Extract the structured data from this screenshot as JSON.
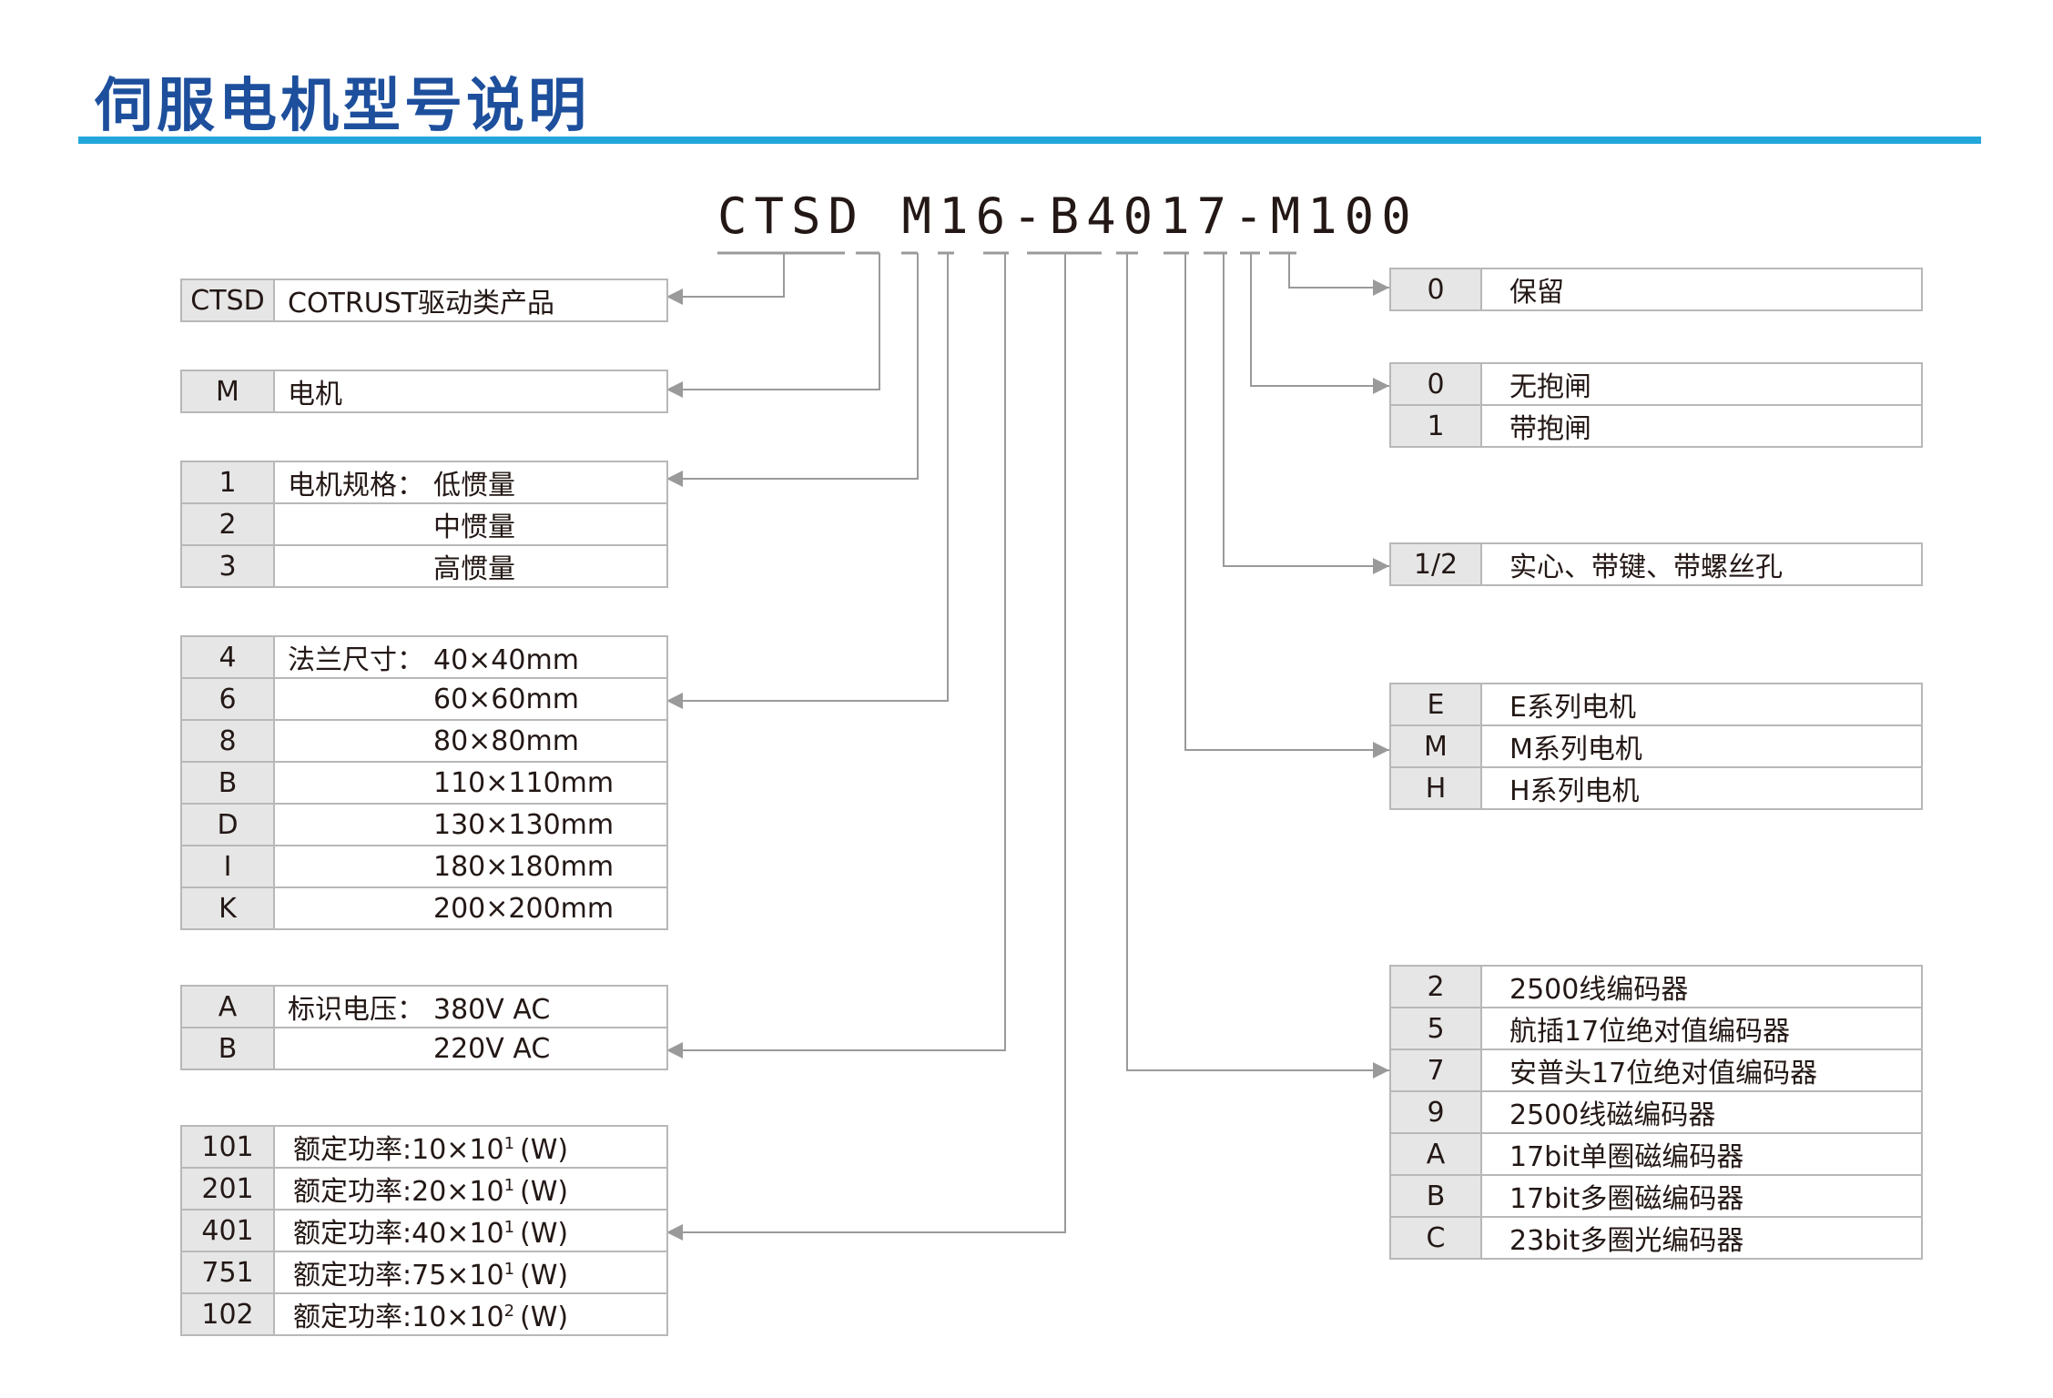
{
  "title": "伺服电机型号说明",
  "model": {
    "code": "CTSD M16-B4017-M100"
  },
  "left_groups": [
    {
      "name": "series",
      "label": "",
      "rows": [
        {
          "code": "CTSD",
          "value": "COTRUST驱动类产品"
        }
      ]
    },
    {
      "name": "type",
      "label": "",
      "rows": [
        {
          "code": "M",
          "value": "电机"
        }
      ]
    },
    {
      "name": "spec",
      "label": "电机规格：",
      "rows": [
        {
          "code": "1",
          "value": "低惯量"
        },
        {
          "code": "2",
          "value": "中惯量"
        },
        {
          "code": "3",
          "value": "高惯量"
        }
      ]
    },
    {
      "name": "flange",
      "label": "法兰尺寸：",
      "rows": [
        {
          "code": "4",
          "value": "40×40mm"
        },
        {
          "code": "6",
          "value": "60×60mm"
        },
        {
          "code": "8",
          "value": "80×80mm"
        },
        {
          "code": "B",
          "value": "110×110mm"
        },
        {
          "code": "D",
          "value": "130×130mm"
        },
        {
          "code": "I",
          "value": "180×180mm"
        },
        {
          "code": "K",
          "value": "200×200mm"
        }
      ]
    },
    {
      "name": "voltage",
      "label": "标识电压：",
      "rows": [
        {
          "code": "A",
          "value": "380V AC"
        },
        {
          "code": "B",
          "value": "220V AC"
        }
      ]
    }
  ],
  "power": {
    "label": "额定功率:",
    "unit": "(W)",
    "rows": [
      {
        "code": "101",
        "base": "10×10",
        "exp": "1"
      },
      {
        "code": "201",
        "base": "20×10",
        "exp": "1"
      },
      {
        "code": "401",
        "base": "40×10",
        "exp": "1"
      },
      {
        "code": "751",
        "base": "75×10",
        "exp": "1"
      },
      {
        "code": "102",
        "base": "10×10",
        "exp": "2"
      }
    ]
  },
  "right_groups": [
    {
      "name": "reserved",
      "rows": [
        {
          "code": "0",
          "value": "保留"
        }
      ]
    },
    {
      "name": "brake",
      "rows": [
        {
          "code": "0",
          "value": "无抱闸"
        },
        {
          "code": "1",
          "value": "带抱闸"
        }
      ]
    },
    {
      "name": "shaft",
      "rows": [
        {
          "code": "1/2",
          "value": "实心、带键、带螺丝孔"
        }
      ]
    },
    {
      "name": "motor-series",
      "rows": [
        {
          "code": "E",
          "value": "E系列电机"
        },
        {
          "code": "M",
          "value": "M系列电机"
        },
        {
          "code": "H",
          "value": "H系列电机"
        }
      ]
    },
    {
      "name": "encoder",
      "rows": [
        {
          "code": "2",
          "value": "2500线编码器"
        },
        {
          "code": "5",
          "value": "航插17位绝对值编码器"
        },
        {
          "code": "7",
          "value": "安普头17位绝对值编码器"
        },
        {
          "code": "9",
          "value": "2500线磁编码器"
        },
        {
          "code": "A",
          "value": "17bit单圈磁编码器"
        },
        {
          "code": "B",
          "value": "17bit多圈磁编码器"
        },
        {
          "code": "C",
          "value": "23bit多圈光编码器"
        }
      ]
    }
  ]
}
